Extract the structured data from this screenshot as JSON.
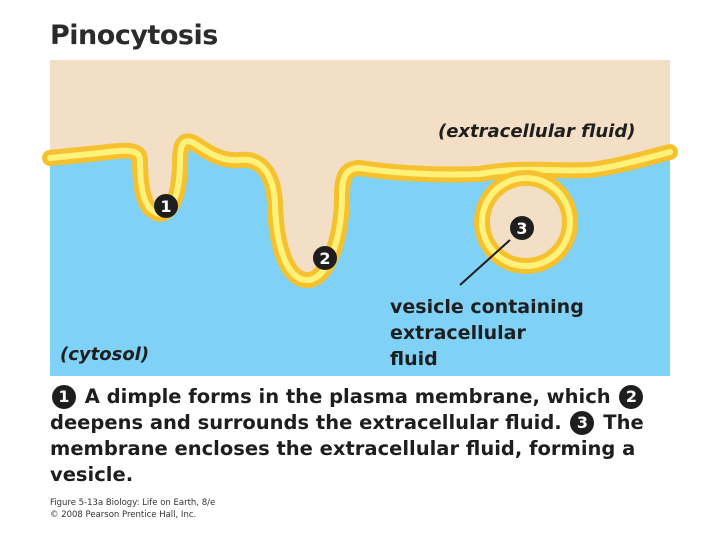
{
  "title": "Pinocytosis",
  "labels": {
    "extracellular": "(extracellular fluid)",
    "cytosol": "(cytosol)",
    "vesicle_line1": "vesicle containing",
    "vesicle_line2": "extracellular",
    "vesicle_line3": "fluid"
  },
  "steps": [
    "1",
    "2",
    "3"
  ],
  "caption": {
    "part1": "A dimple forms in the plasma membrane, which",
    "part2": "deepens and surrounds the extracellular fluid.",
    "part3": "The membrane encloses the extracellular fluid, forming a vesicle."
  },
  "credit": {
    "line1": "Figure 5-13a  Biology: Life on Earth, 8/e",
    "line2": "© 2008 Pearson Prentice Hall, Inc."
  },
  "colors": {
    "extracellular": "#f2dfc6",
    "cytosol": "#7fd1f5",
    "membrane": "#f6c12e",
    "membrane_core": "#fff27a"
  }
}
